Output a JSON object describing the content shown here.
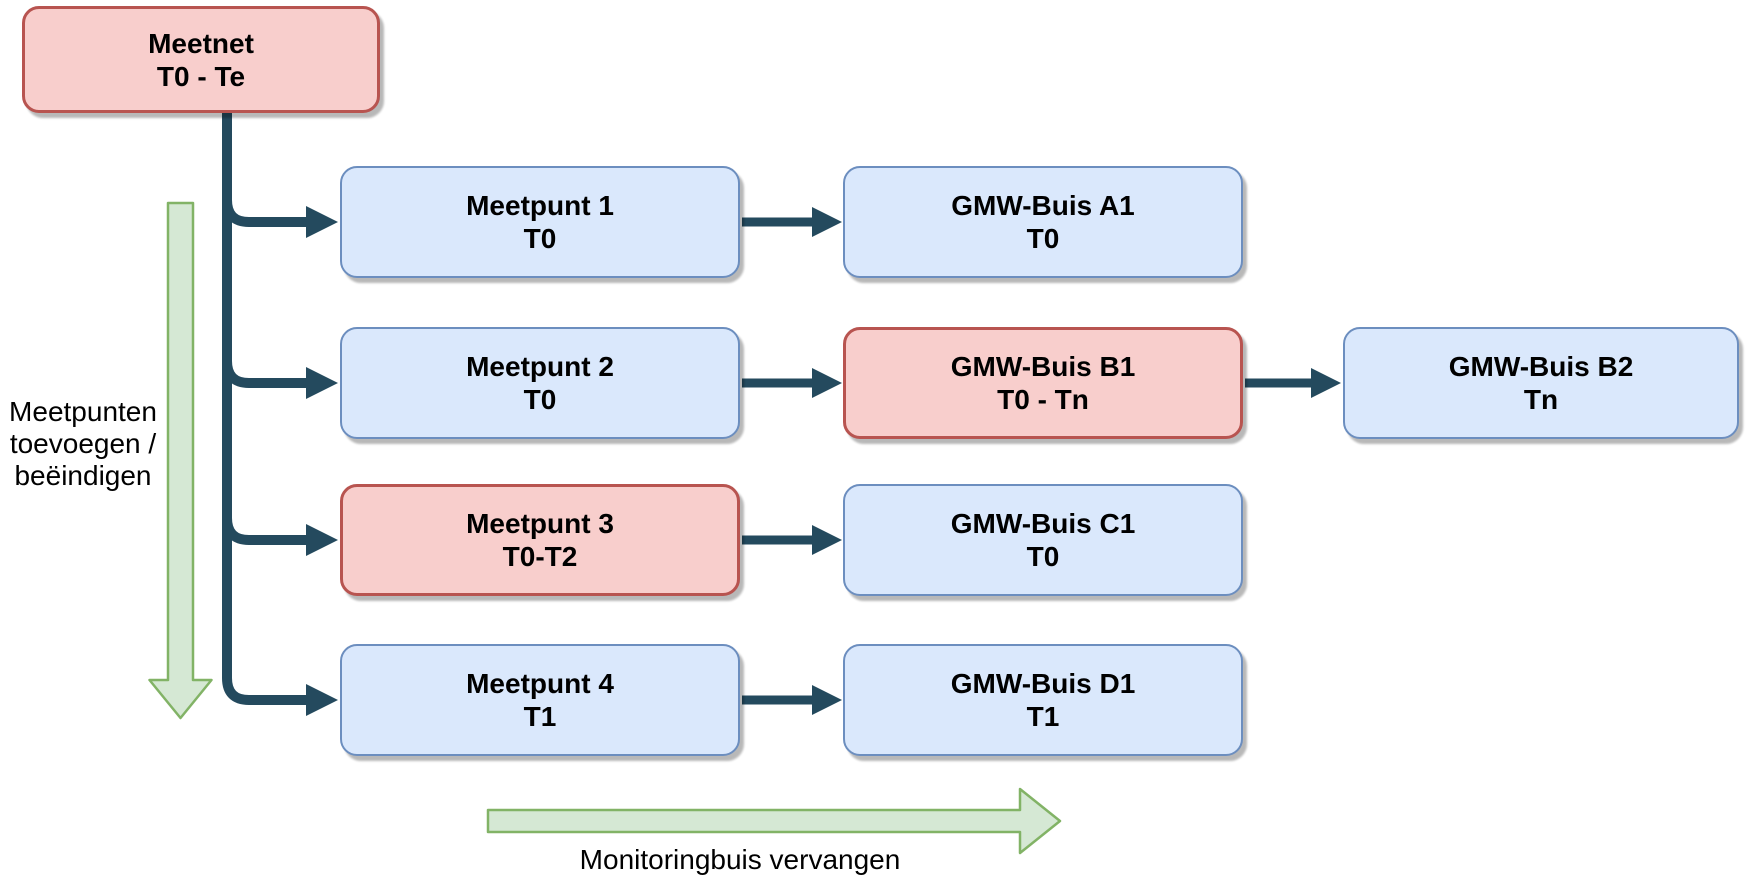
{
  "colors": {
    "red_fill": "#f8cecc",
    "red_stroke": "#b85450",
    "blue_fill": "#dae8fc",
    "blue_stroke": "#6c8ebf",
    "green_fill": "#d5e8d4",
    "green_stroke": "#82b366",
    "connector": "#244a5e",
    "text": "#000000",
    "background": "#ffffff"
  },
  "nodes": {
    "meetnet": {
      "title": "Meetnet",
      "subtitle": "T0 - Te",
      "variant": "red"
    },
    "meetpunt1": {
      "title": "Meetpunt 1",
      "subtitle": "T0",
      "variant": "blue"
    },
    "meetpunt2": {
      "title": "Meetpunt 2",
      "subtitle": "T0",
      "variant": "blue"
    },
    "meetpunt3": {
      "title": "Meetpunt 3",
      "subtitle": "T0-T2",
      "variant": "red"
    },
    "meetpunt4": {
      "title": "Meetpunt 4",
      "subtitle": "T1",
      "variant": "blue"
    },
    "gmw_a1": {
      "title": "GMW-Buis A1",
      "subtitle": "T0",
      "variant": "blue"
    },
    "gmw_b1": {
      "title": "GMW-Buis B1",
      "subtitle": "T0 - Tn",
      "variant": "red"
    },
    "gmw_b2": {
      "title": "GMW-Buis B2",
      "subtitle": "Tn",
      "variant": "blue"
    },
    "gmw_c1": {
      "title": "GMW-Buis C1",
      "subtitle": "T0",
      "variant": "blue"
    },
    "gmw_d1": {
      "title": "GMW-Buis D1",
      "subtitle": "T1",
      "variant": "blue"
    }
  },
  "edges": [
    {
      "from": "meetnet",
      "to": "meetpunt1"
    },
    {
      "from": "meetnet",
      "to": "meetpunt2"
    },
    {
      "from": "meetnet",
      "to": "meetpunt3"
    },
    {
      "from": "meetnet",
      "to": "meetpunt4"
    },
    {
      "from": "meetpunt1",
      "to": "gmw_a1"
    },
    {
      "from": "meetpunt2",
      "to": "gmw_b1"
    },
    {
      "from": "gmw_b1",
      "to": "gmw_b2"
    },
    {
      "from": "meetpunt3",
      "to": "gmw_c1"
    },
    {
      "from": "meetpunt4",
      "to": "gmw_d1"
    }
  ],
  "annotations": {
    "left_arrow": {
      "direction": "down",
      "lines": [
        "Meetpunten",
        "toevoegen /",
        "beëindigen"
      ]
    },
    "bottom_arrow": {
      "direction": "right",
      "label": "Monitoringbuis vervangen"
    }
  }
}
